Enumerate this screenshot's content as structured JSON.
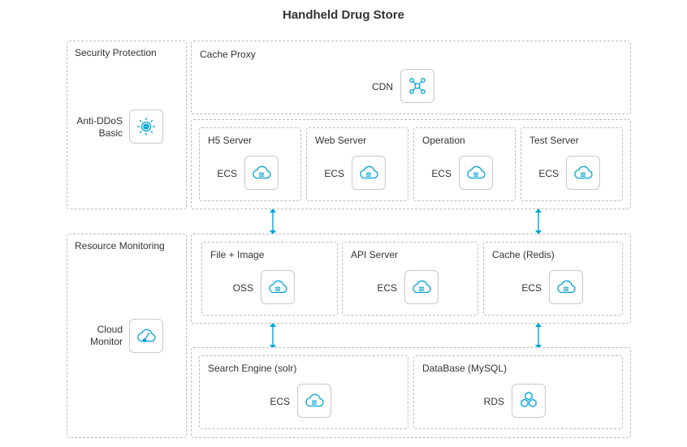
{
  "title": "Handheld Drug Store",
  "security": {
    "label": "Security Protection",
    "item_label": "Anti-DDoS Basic",
    "icon": "ddos-shield-icon"
  },
  "cache_proxy": {
    "label": "Cache Proxy",
    "item_label": "CDN",
    "icon": "cdn-network-icon"
  },
  "servers": [
    {
      "label": "H5 Server",
      "item_label": "ECS",
      "icon": "ecs-cloud-icon"
    },
    {
      "label": "Web Server",
      "item_label": "ECS",
      "icon": "ecs-cloud-icon"
    },
    {
      "label": "Operation",
      "item_label": "ECS",
      "icon": "ecs-cloud-icon"
    },
    {
      "label": "Test Server",
      "item_label": "ECS",
      "icon": "ecs-cloud-icon"
    }
  ],
  "monitoring": {
    "label": "Resource Monitoring",
    "item_label": "Cloud Monitor",
    "icon": "cloud-monitor-icon"
  },
  "middle": [
    {
      "label": "File + Image",
      "item_label": "OSS",
      "icon": "oss-cloud-icon"
    },
    {
      "label": "API Server",
      "item_label": "ECS",
      "icon": "ecs-cloud-icon"
    },
    {
      "label": "Cache (Redis)",
      "item_label": "ECS",
      "icon": "ecs-cloud-icon"
    }
  ],
  "bottom": [
    {
      "label": "Search Engine (solr)",
      "item_label": "ECS",
      "icon": "ecs-cloud-icon"
    },
    {
      "label": "DataBase (MySQL)",
      "item_label": "RDS",
      "icon": "rds-hexagon-icon"
    }
  ],
  "colors": {
    "accent": "#00a1d6",
    "border": "#bdbdbd",
    "text": "#333333"
  }
}
